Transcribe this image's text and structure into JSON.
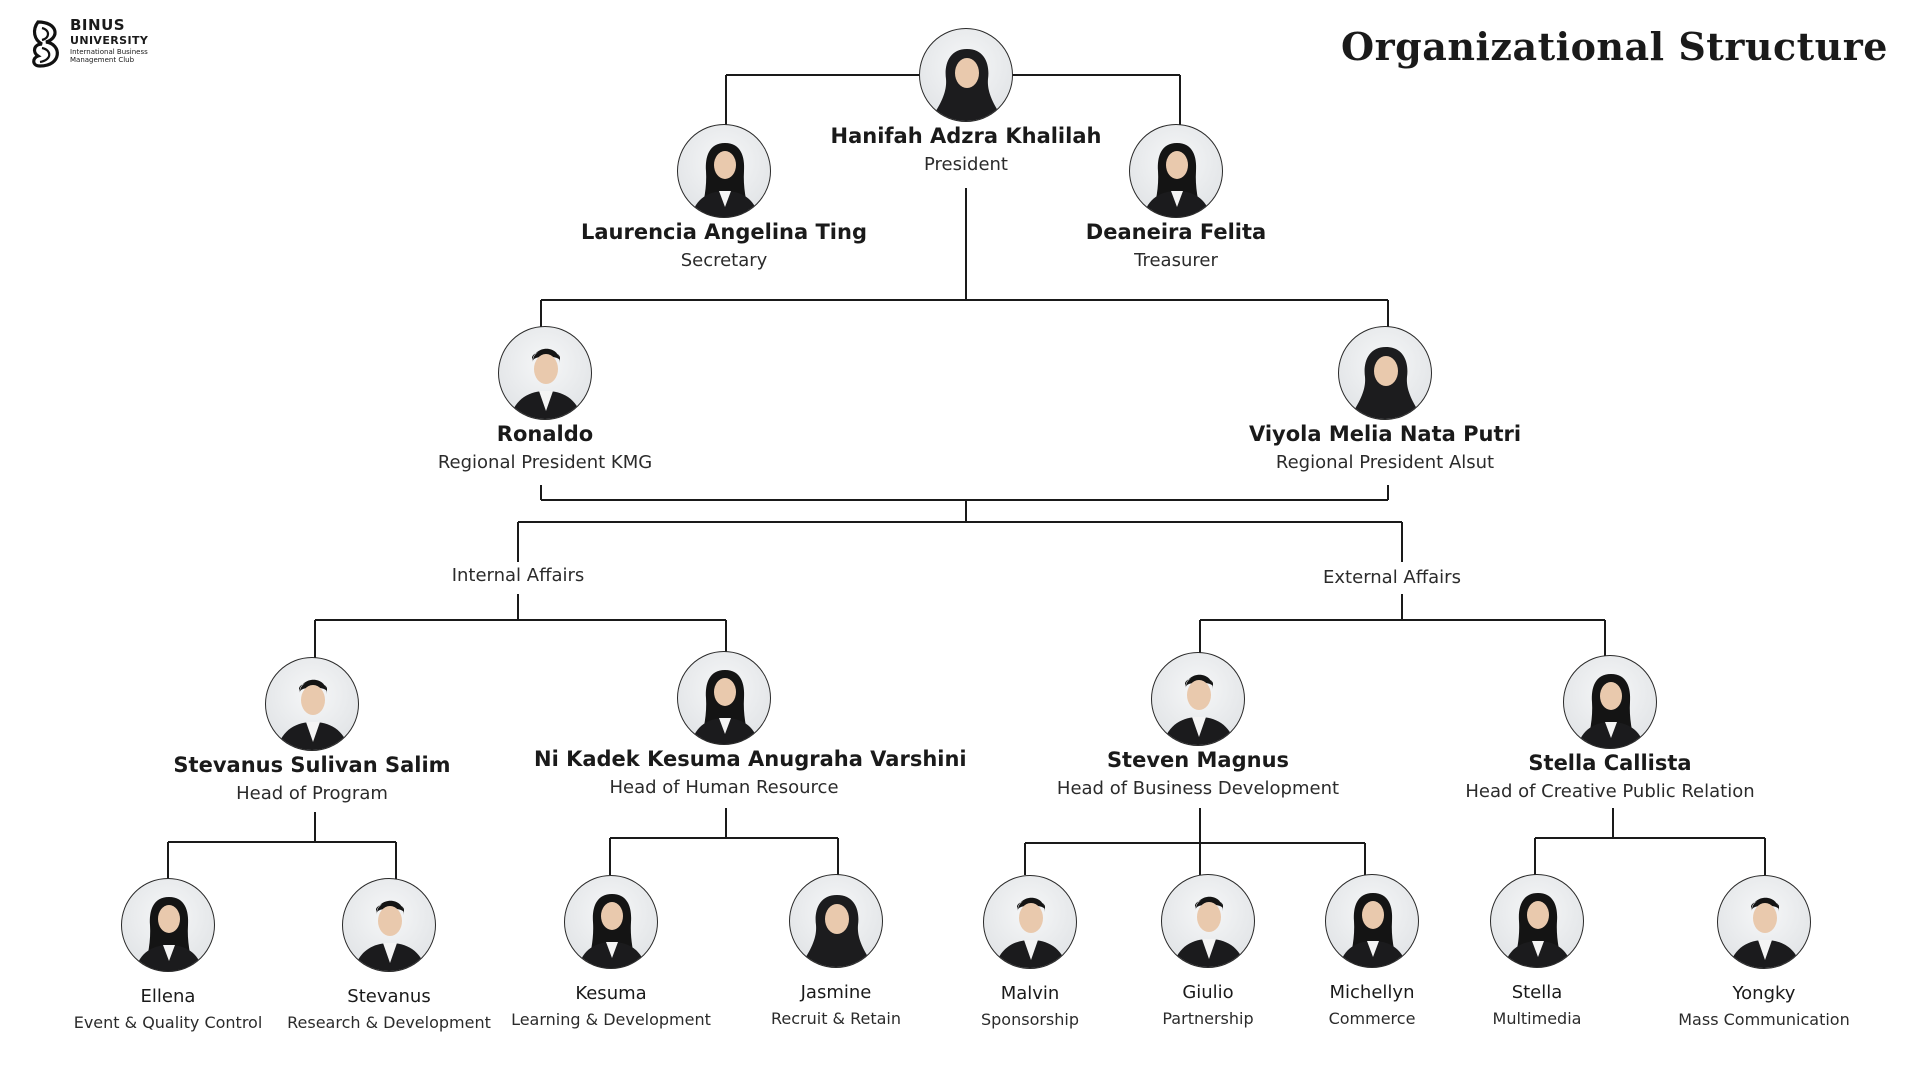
{
  "logo": {
    "line1": "BINUS",
    "line2": "UNIVERSITY",
    "line3": "International Business",
    "line4": "Management Club"
  },
  "title": "Organizational Structure",
  "branches": {
    "internal": "Internal Affairs",
    "external": "External Affairs"
  },
  "people": {
    "president": {
      "name": "Hanifah Adzra Khalilah",
      "role": "President"
    },
    "secretary": {
      "name": "Laurencia Angelina Ting",
      "role": "Secretary"
    },
    "treasurer": {
      "name": "Deaneira Felita",
      "role": "Treasurer"
    },
    "rp_kmg": {
      "name": "Ronaldo",
      "role": "Regional President KMG"
    },
    "rp_alsut": {
      "name": "Viyola Melia Nata Putri",
      "role": "Regional President Alsut"
    },
    "head_program": {
      "name": "Stevanus Sulivan Salim",
      "role": "Head of Program"
    },
    "head_hr": {
      "name": "Ni Kadek Kesuma Anugraha Varshini",
      "role": "Head of Human Resource"
    },
    "head_bd": {
      "name": "Steven Magnus",
      "role": "Head of Business Development"
    },
    "head_cpr": {
      "name": "Stella Callista",
      "role": "Head of Creative Public Relation"
    },
    "ellena": {
      "name": "Ellena",
      "role": "Event & Quality Control"
    },
    "stevanus": {
      "name": "Stevanus",
      "role": "Research & Development"
    },
    "kesuma": {
      "name": "Kesuma",
      "role": "Learning & Development"
    },
    "jasmine": {
      "name": "Jasmine",
      "role": "Recruit & Retain"
    },
    "malvin": {
      "name": "Malvin",
      "role": "Sponsorship"
    },
    "giulio": {
      "name": "Giulio",
      "role": "Partnership"
    },
    "michellyn": {
      "name": "Michellyn",
      "role": "Commerce"
    },
    "stella": {
      "name": "Stella",
      "role": "Multimedia"
    },
    "yongky": {
      "name": "Yongky",
      "role": "Mass Communication"
    }
  },
  "colors": {
    "line": "#1a1a1a",
    "suit": "#1b1b1d",
    "skin": "#e9c9ad",
    "hair": "#141414",
    "hijab": "#1c1c1e"
  }
}
